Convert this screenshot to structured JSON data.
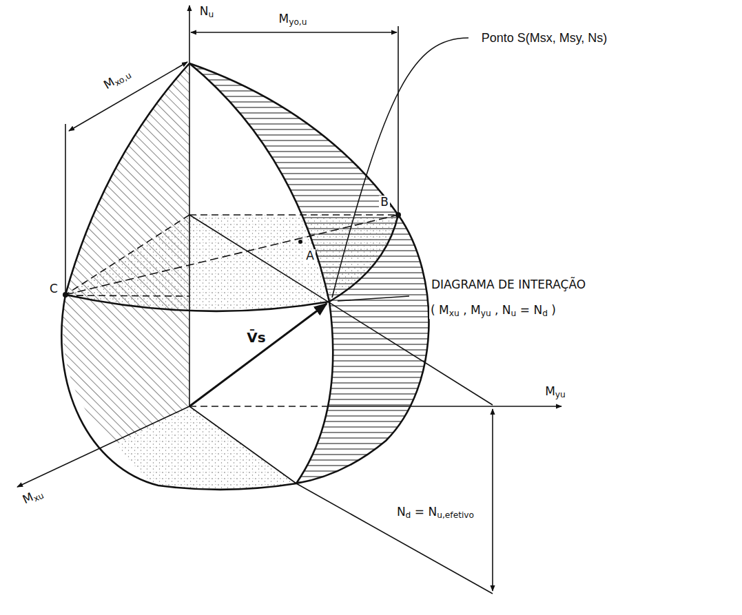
{
  "diagram": {
    "labels": [
      "Nu",
      "Myo,u",
      "Mxo,u",
      "Ponto S(Msx, Msy, Ns)",
      "B",
      "A",
      "C",
      "DIAGRAMA DE INTERAÇÃO",
      "( Mxu , Myu , Nu = Nd )",
      "V̄s",
      "Myu",
      "Mxu",
      "Nd = Nu,efetivo"
    ]
  }
}
